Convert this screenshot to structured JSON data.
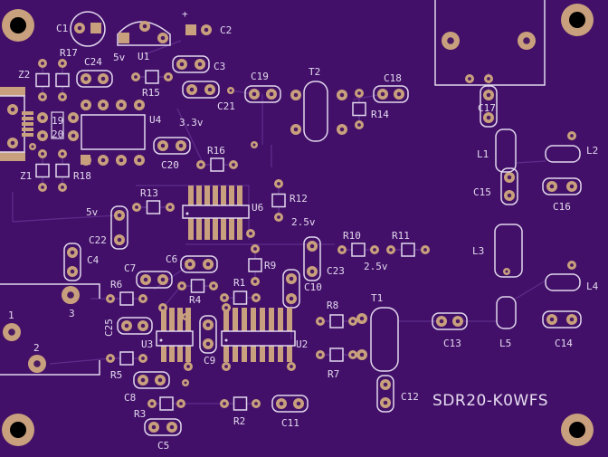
{
  "board": {
    "title": "SDR20-K0WFS",
    "colors": {
      "substrate": "#421068",
      "silkscreen": "#e2d8ee",
      "copper_pad": "#c9a07d",
      "trace": "#5a2a86"
    }
  },
  "labels": [
    "C1",
    "C2",
    "R17",
    "C24",
    "5v",
    "U1",
    "C3",
    "Z2",
    "R15",
    "C19",
    "T2",
    "C18",
    "C21",
    "U4",
    "3.3v",
    "R14",
    "C17",
    "L2",
    "L1",
    "R16",
    "C20",
    "Z1",
    "R18",
    "C15",
    "C16",
    "R13",
    "R12",
    "U6",
    "5v",
    "2.5v",
    "R10",
    "R11",
    "L3",
    "C22",
    "C4",
    "C7",
    "C6",
    "R9",
    "C23",
    "2.5v",
    "L4",
    "R6",
    "R4",
    "R1",
    "C10",
    "R8",
    "T1",
    "3",
    "1",
    "U3",
    "U2",
    "C13",
    "L5",
    "C14",
    "2",
    "C9",
    "R5",
    "R7",
    "C12",
    "C8",
    "R3",
    "R2",
    "C11",
    "C5",
    "19",
    "20"
  ],
  "rotated_labels": [
    "C25"
  ]
}
